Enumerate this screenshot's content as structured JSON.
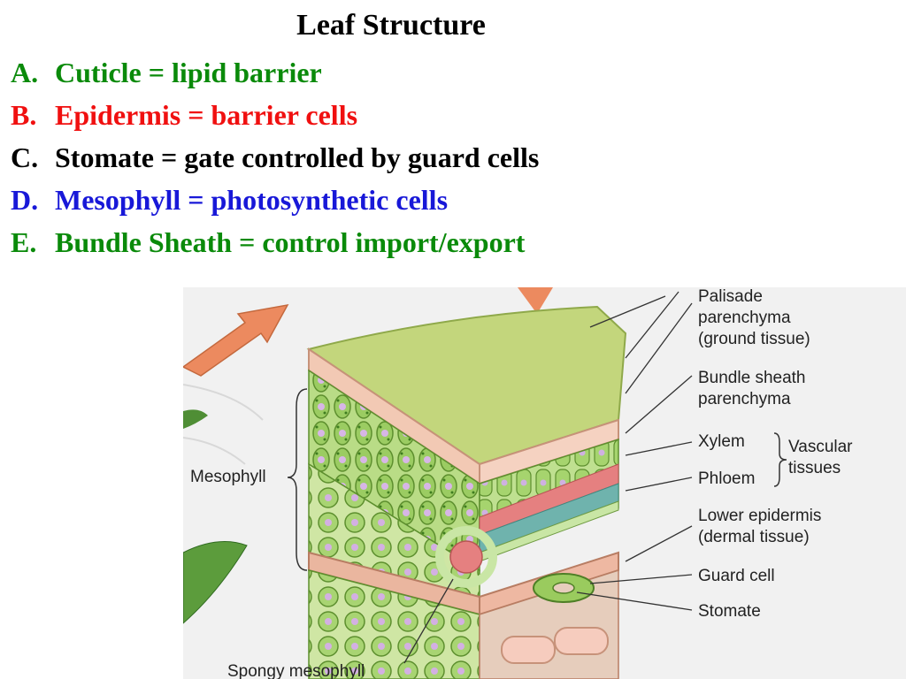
{
  "title": "Leaf Structure",
  "colors": {
    "green": "#0a8a0a",
    "red": "#f01010",
    "black": "#000000",
    "blue": "#1818d8"
  },
  "items": [
    {
      "letter": "A.",
      "text": "Cuticle =  lipid barrier",
      "color": "#0a8a0a"
    },
    {
      "letter": "B.",
      "text": "Epidermis = barrier cells",
      "color": "#f01010"
    },
    {
      "letter": "C.",
      "text": "Stomate = gate controlled by guard cells",
      "color": "#000000"
    },
    {
      "letter": "D.",
      "text": "Mesophyll = photosynthetic cells",
      "color": "#1818d8"
    },
    {
      "letter": "E.",
      "text": "Bundle Sheath = control import/export",
      "color": "#0a8a0a"
    }
  ],
  "diagram": {
    "labels": {
      "palisade_1": "Palisade",
      "palisade_2": "parenchyma",
      "palisade_3": "(ground tissue)",
      "bundle_1": "Bundle sheath",
      "bundle_2": "parenchyma",
      "xylem": "Xylem",
      "phloem": "Phloem",
      "vascular_1": "Vascular",
      "vascular_2": "tissues",
      "lower_1": "Lower epidermis",
      "lower_2": "(dermal tissue)",
      "guard": "Guard cell",
      "stomate": "Stomate",
      "mesophyll": "Mesophyll",
      "spongy": "Spongy mesophyll"
    }
  }
}
